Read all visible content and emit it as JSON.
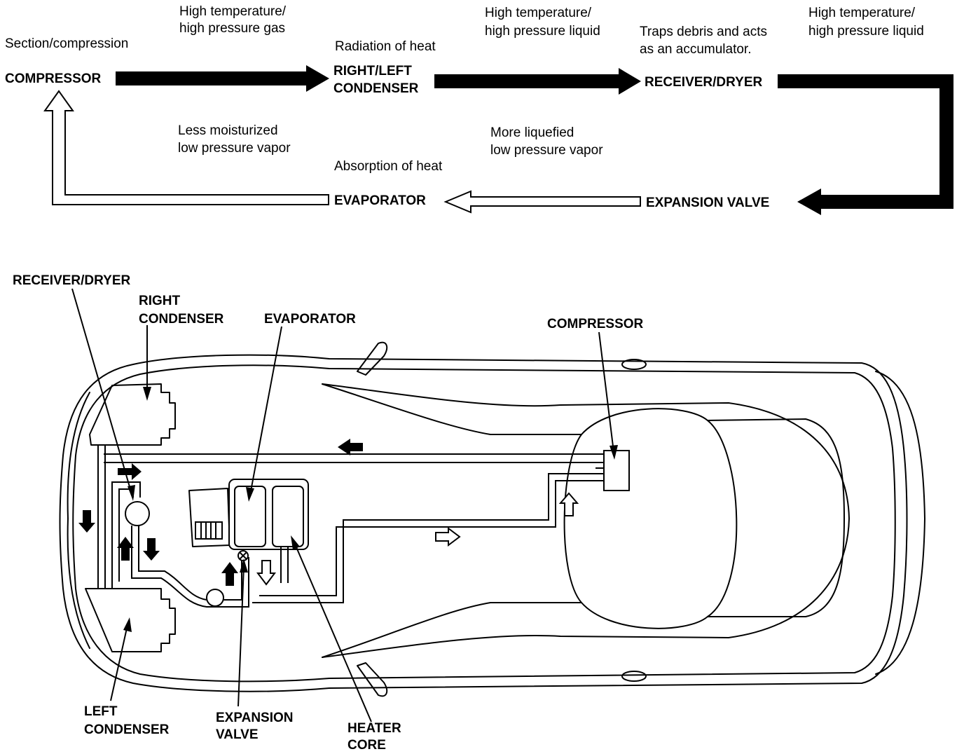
{
  "flow": {
    "compressor": "COMPRESSOR",
    "condenser_line1": "RIGHT/LEFT",
    "condenser_line2": "CONDENSER",
    "receiver_dryer": "RECEIVER/DRYER",
    "expansion_valve": "EXPANSION VALVE",
    "evaporator": "EVAPORATOR",
    "note_section_compression": "Section/compression",
    "note_hp_gas_1": "High temperature/",
    "note_hp_gas_2": "high pressure gas",
    "note_radiation": "Radiation of heat",
    "note_hp_liquid_a_1": "High temperature/",
    "note_hp_liquid_a_2": "high pressure liquid",
    "note_traps_1": "Traps debris and acts",
    "note_traps_2": "as an accumulator.",
    "note_hp_liquid_b_1": "High temperature/",
    "note_hp_liquid_b_2": "high pressure liquid",
    "note_less_moist_1": "Less moisturized",
    "note_less_moist_2": "low pressure vapor",
    "note_more_liq_1": "More liquefied",
    "note_more_liq_2": "low pressure vapor",
    "note_absorption": "Absorption of heat"
  },
  "car_labels": {
    "receiver_dryer": "RECEIVER/DRYER",
    "right_condenser_1": "RIGHT",
    "right_condenser_2": "CONDENSER",
    "evaporator": "EVAPORATOR",
    "compressor": "COMPRESSOR",
    "left_condenser_1": "LEFT",
    "left_condenser_2": "CONDENSER",
    "expansion_valve_1": "EXPANSION",
    "expansion_valve_2": "VALVE",
    "heater_core_1": "HEATER",
    "heater_core_2": "CORE"
  },
  "colors": {
    "ink": "#000000",
    "paper": "#ffffff"
  }
}
